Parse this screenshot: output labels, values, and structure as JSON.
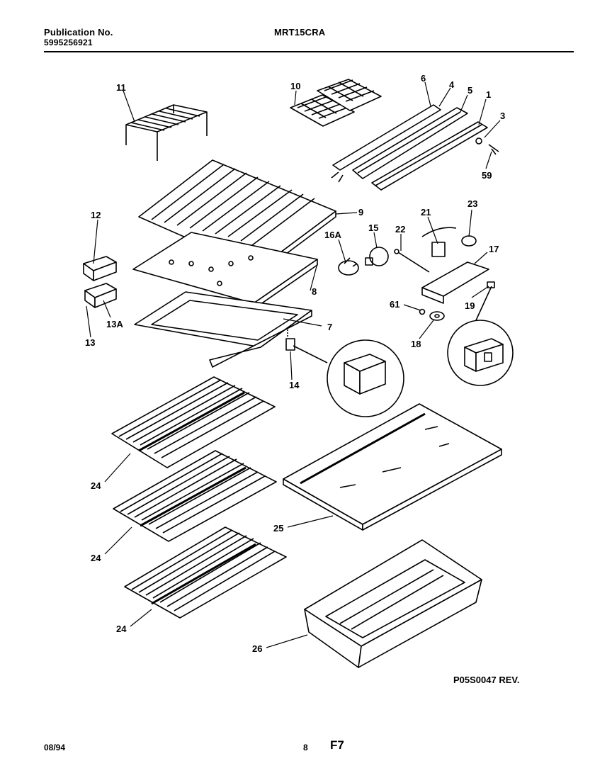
{
  "header": {
    "publication_label": "Publication No.",
    "publication_number": "5995256921",
    "model": "MRT15CRA"
  },
  "diagram": {
    "reference_code": "P05S0047 REV.",
    "part_labels": {
      "p11": "11",
      "p10": "10",
      "p6": "6",
      "p4": "4",
      "p5": "5",
      "p1": "1",
      "p3": "3",
      "p59": "59",
      "p12": "12",
      "p9": "9",
      "p16a": "16A",
      "p15": "15",
      "p22": "22",
      "p21": "21",
      "p23": "23",
      "p17": "17",
      "p8": "8",
      "p61": "61",
      "p19": "19",
      "p13": "13",
      "p13a": "13A",
      "p7": "7",
      "p18": "18",
      "p14": "14",
      "p24a": "24",
      "p24b": "24",
      "p24c": "24",
      "p25": "25",
      "p26": "26"
    }
  },
  "footer": {
    "date": "08/94",
    "page": "8",
    "figure": "F7"
  }
}
